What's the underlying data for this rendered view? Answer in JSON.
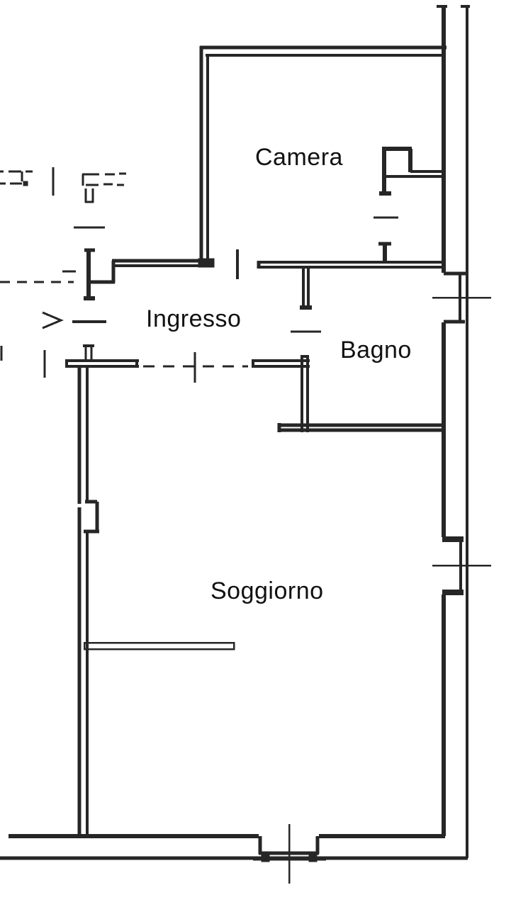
{
  "plan": {
    "rooms": {
      "camera": {
        "label": "Camera"
      },
      "ingresso": {
        "label": "Ingresso"
      },
      "bagno": {
        "label": "Bagno"
      },
      "soggiorno": {
        "label": "Soggiorno"
      }
    },
    "colors": {
      "wall": "#262626",
      "text": "#111111",
      "background": "#ffffff"
    }
  }
}
